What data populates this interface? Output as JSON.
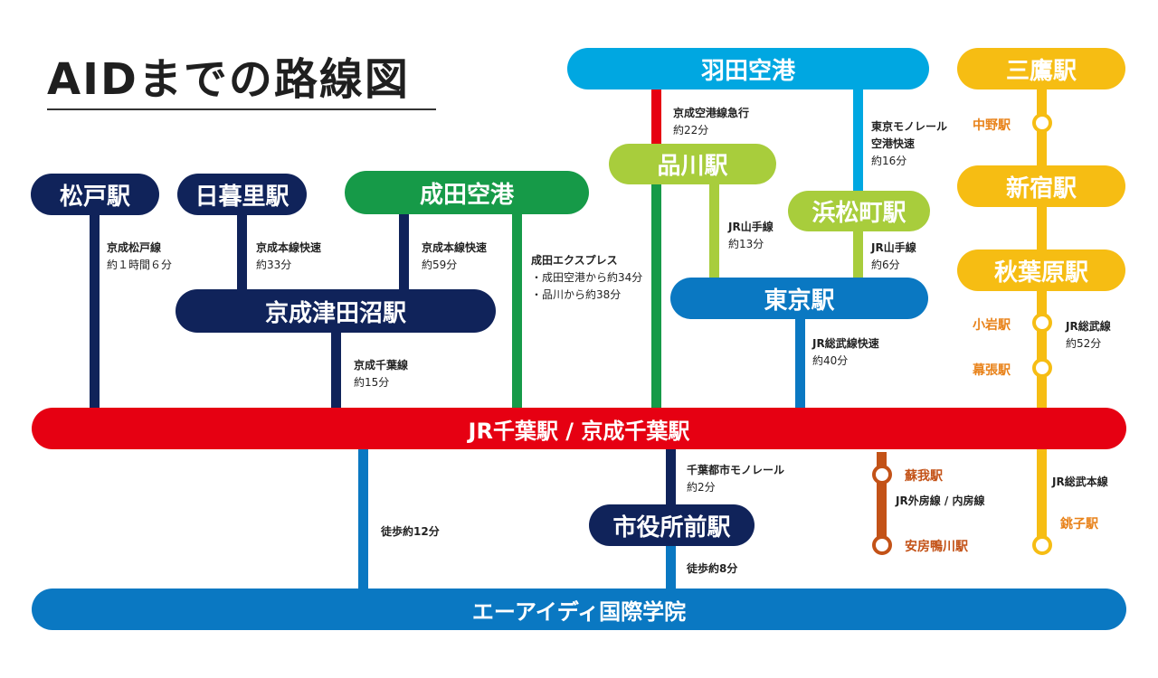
{
  "title": "AIDまでの路線図",
  "stations": {
    "matsudo": "松戸駅",
    "nippori": "日暮里駅",
    "narita": "成田空港",
    "haneda": "羽田空港",
    "shinagawa": "品川駅",
    "hamamatsucho": "浜松町駅",
    "tokyo": "東京駅",
    "mitaka": "三鷹駅",
    "nakano": "中野駅",
    "shinjuku": "新宿駅",
    "akihabara": "秋葉原駅",
    "koiwa": "小岩駅",
    "makuhari": "幕張駅",
    "tsudanuma": "京成津田沼駅",
    "chiba": "JR千葉駅 / 京成千葉駅",
    "shiyakusho": "市役所前駅",
    "soga": "蘇我駅",
    "awakamogawa": "安房鴨川駅",
    "choshi": "銚子駅",
    "aid": "エーアイディ国際学院"
  },
  "routes": {
    "matsudo_line": {
      "name": "京成松戸線",
      "time": "約１時間６分"
    },
    "nippori_line": {
      "name": "京成本線快速",
      "time": "約33分"
    },
    "narita_line": {
      "name": "京成本線快速",
      "time": "約59分"
    },
    "narita_express": {
      "name": "成田エクスプレス",
      "from_narita": "・成田空港から約34分",
      "from_shinagawa": "・品川から約38分"
    },
    "keisei_chiba": {
      "name": "京成千葉線",
      "time": "約15分"
    },
    "keikyu": {
      "name": "京成空港線急行",
      "time": "約22分"
    },
    "monorail_tokyo": {
      "name1": "東京モノレール",
      "name2": "空港快速",
      "time": "約16分"
    },
    "yamanote1": {
      "name": "JR山手線",
      "time": "約13分"
    },
    "yamanote2": {
      "name": "JR山手線",
      "time": "約6分"
    },
    "sobu_rapid": {
      "name": "JR総武線快速",
      "time": "約40分"
    },
    "sobu": {
      "name": "JR総武線",
      "time": "約52分"
    },
    "chiba_monorail": {
      "name": "千葉都市モノレール",
      "time": "約2分"
    },
    "walk1": {
      "time": "徒歩約12分"
    },
    "walk2": {
      "time": "徒歩約8分"
    },
    "sotobo": {
      "name": "JR外房線 / 内房線"
    },
    "sobu_main": {
      "name": "JR総武本線"
    }
  },
  "colors": {
    "navy": "#10235a",
    "green": "#169a48",
    "sky": "#00a7e1",
    "lime": "#a8cd3c",
    "blue": "#0a78c2",
    "yellow": "#f6bd13",
    "red": "#e60012",
    "brown": "#c35217",
    "station_label": "#e8821a"
  }
}
